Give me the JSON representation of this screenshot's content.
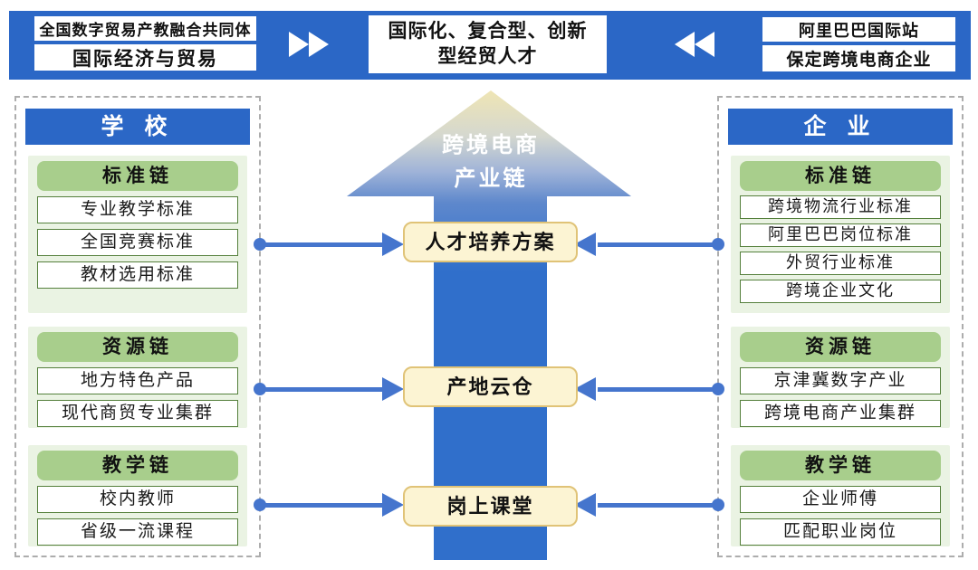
{
  "colors": {
    "banner_blue": "#2B67C6",
    "arrow_blue": "#306FCB",
    "arrow_tip_cream": "#EFE5B4",
    "connector_blue": "#4575CD",
    "chain_pill_green": "#A8CE8C",
    "section_bg_green": "#EAF3E3",
    "item_border_green": "#55803C",
    "node_fill_yellow": "#FCF4D3",
    "node_border_yellow": "#E0C377"
  },
  "banner": {
    "left_boxes": [
      "全国数字贸易产教融合共同体",
      "国际经济与贸易"
    ],
    "center_box_line1": "国际化、复合型、创新",
    "center_box_line2": "型经贸人才",
    "right_boxes": [
      "阿里巴巴国际站",
      "保定跨境电商企业"
    ]
  },
  "school_panel": {
    "title": "学 校",
    "sections": [
      {
        "title": "标准链",
        "items": [
          "专业教学标准",
          "全国竞赛标准",
          "教材选用标准"
        ]
      },
      {
        "title": "资源链",
        "items": [
          "地方特色产品",
          "现代商贸专业集群"
        ]
      },
      {
        "title": "教学链",
        "items": [
          "校内教师",
          "省级一流课程"
        ]
      }
    ]
  },
  "enterprise_panel": {
    "title": "企 业",
    "sections": [
      {
        "title": "标准链",
        "items": [
          "跨境物流行业标准",
          "阿里巴巴岗位标准",
          "外贸行业标准",
          "跨境企业文化"
        ]
      },
      {
        "title": "资源链",
        "items": [
          "京津冀数字产业",
          "跨境电商产业集群"
        ]
      },
      {
        "title": "教学链",
        "items": [
          "企业师傅",
          "匹配职业岗位"
        ]
      }
    ]
  },
  "center": {
    "arrow_label_line1": "跨境电商",
    "arrow_label_line2": "产业链",
    "nodes": [
      "人才培养方案",
      "产地云仓",
      "岗上课堂"
    ]
  }
}
